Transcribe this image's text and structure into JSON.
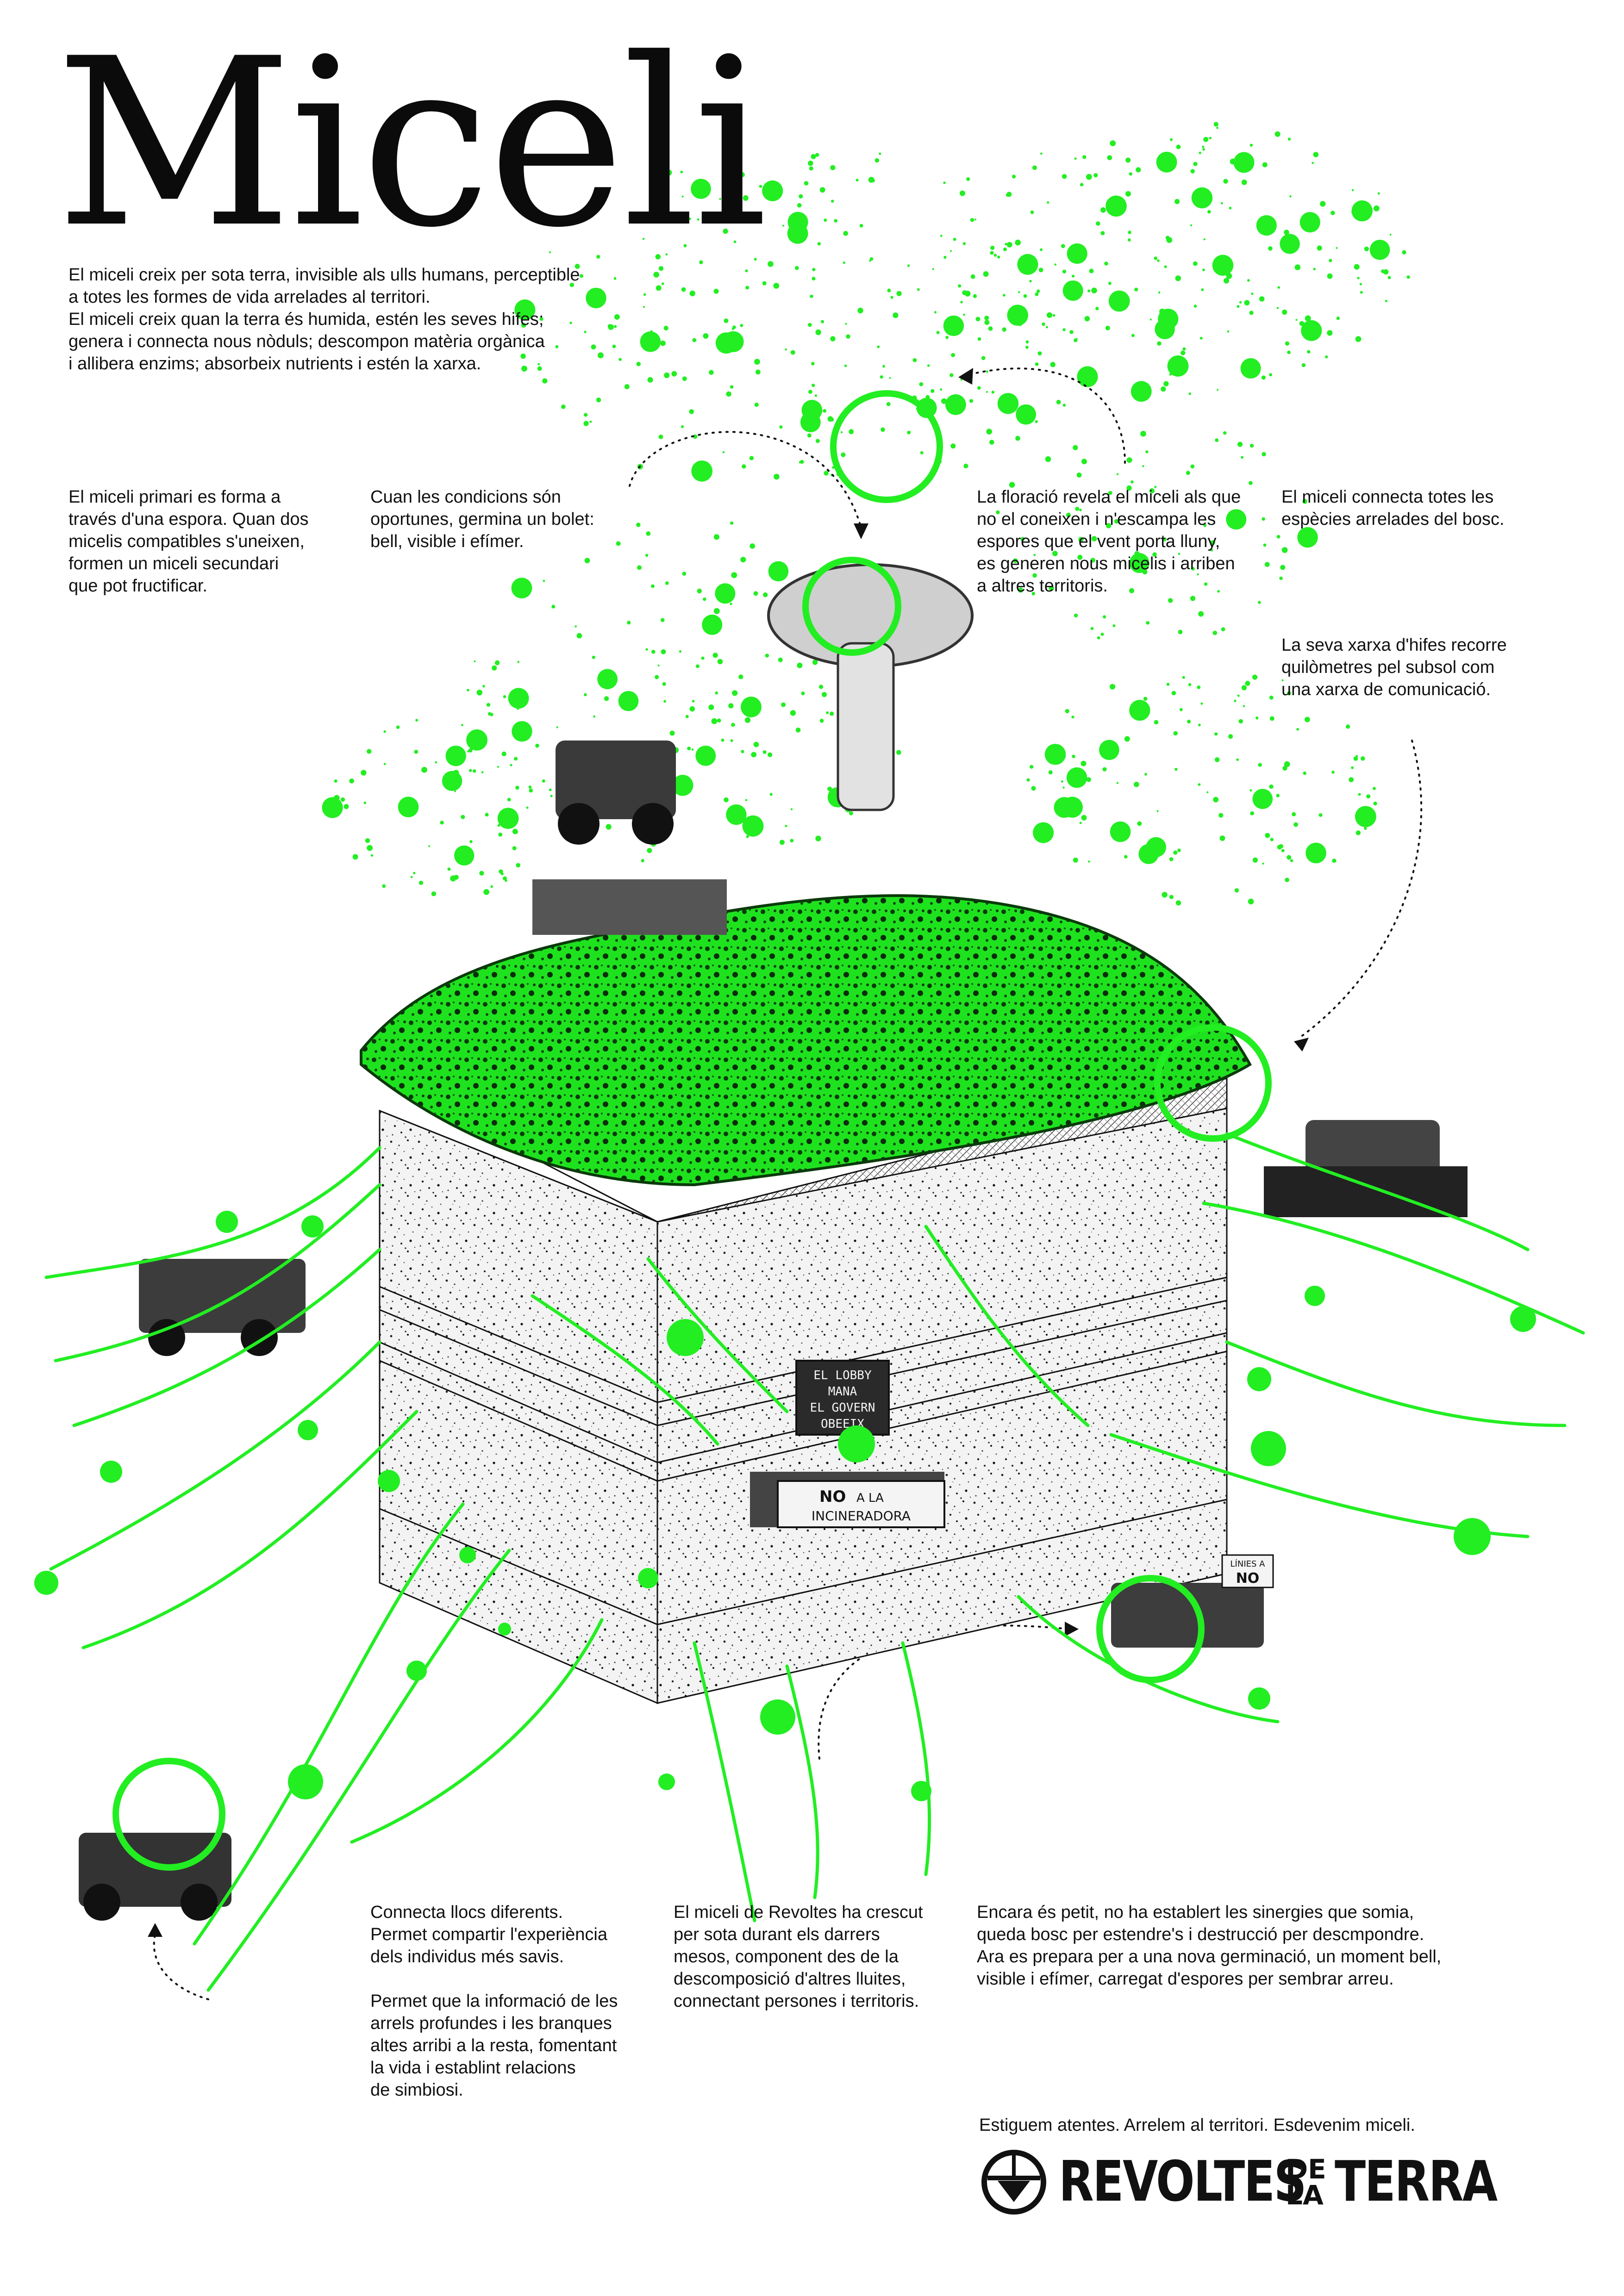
{
  "title": "Miceli",
  "intro": {
    "lines": [
      "El miceli creix per sota terra, invisible als ulls humans, perceptible",
      "a totes les formes de vida arrelades al territori.",
      "El miceli creix quan la terra és humida, estén les seves hifes;",
      "genera i connecta nous nòduls; descompon matèria orgànica",
      "i allibera enzims; absorbeix nutrients i estén la xarxa."
    ]
  },
  "blocks": {
    "espora": [
      "El miceli primari es forma a",
      "través d'una espora. Quan dos",
      "micelis compatibles s'uneixen,",
      "formen un miceli secundari",
      "que pot fructificar."
    ],
    "bolet": [
      "Cuan les condicions són",
      "oportunes, germina un bolet:",
      "bell, visible i efímer."
    ],
    "floracio": [
      "La floració revela el miceli als que",
      "no el coneixen i n'escampa les",
      "espores que el vent porta lluny,",
      "es generen nous micelis i arriben",
      "a altres territoris."
    ],
    "connecta_especies": [
      "El miceli connecta totes les",
      "espècies arrelades del bosc."
    ],
    "xarxa_hifes": [
      "La seva xarxa d'hifes recorre",
      "quilòmetres pel subsol com",
      "una xarxa de comunicació."
    ],
    "llocs": {
      "p1": [
        "Connecta llocs diferents.",
        "Permet compartir l'experiència",
        "dels individus més savis."
      ],
      "p2": [
        "Permet que la informació de les",
        "arrels profundes i les branques",
        "altes arribi a la resta, fomentant",
        "la vida i establint relacions",
        "de simbiosi."
      ]
    },
    "revoltes": [
      "El miceli de Revoltes ha crescut",
      "per sota durant els darrers",
      "mesos, component des de la",
      "descomposició d'altres lluites,",
      "connectant persones i territoris."
    ],
    "germinacio": [
      "Encara és petit, no ha establert les sinergies que somia,",
      "queda bosc per estendre's i destrucció per descmpondre.",
      "Ara es prepara per a una nova germinació, un moment bell,",
      "visible i efímer, carregat d'espores per sembrar arreu."
    ]
  },
  "closing": "Estiguem atentes. Arrelem al territori. Esdevenim miceli.",
  "signs": {
    "lobby": [
      "EL LOBBY",
      "MANA",
      "EL GOVERN",
      "OBEEIX"
    ],
    "incineradora_no": "NO",
    "incineradora_a_la": "A LA",
    "incineradora": "INCINERADORA",
    "linies_a": "LÍNIES A",
    "linies_no": "NO"
  },
  "logo": {
    "word1": "REVOLTES",
    "small1": "DE",
    "small2": "LA",
    "word2": "TERRA"
  },
  "colors": {
    "green": "#22ee22",
    "ink": "#111111",
    "paper": "#ffffff"
  }
}
